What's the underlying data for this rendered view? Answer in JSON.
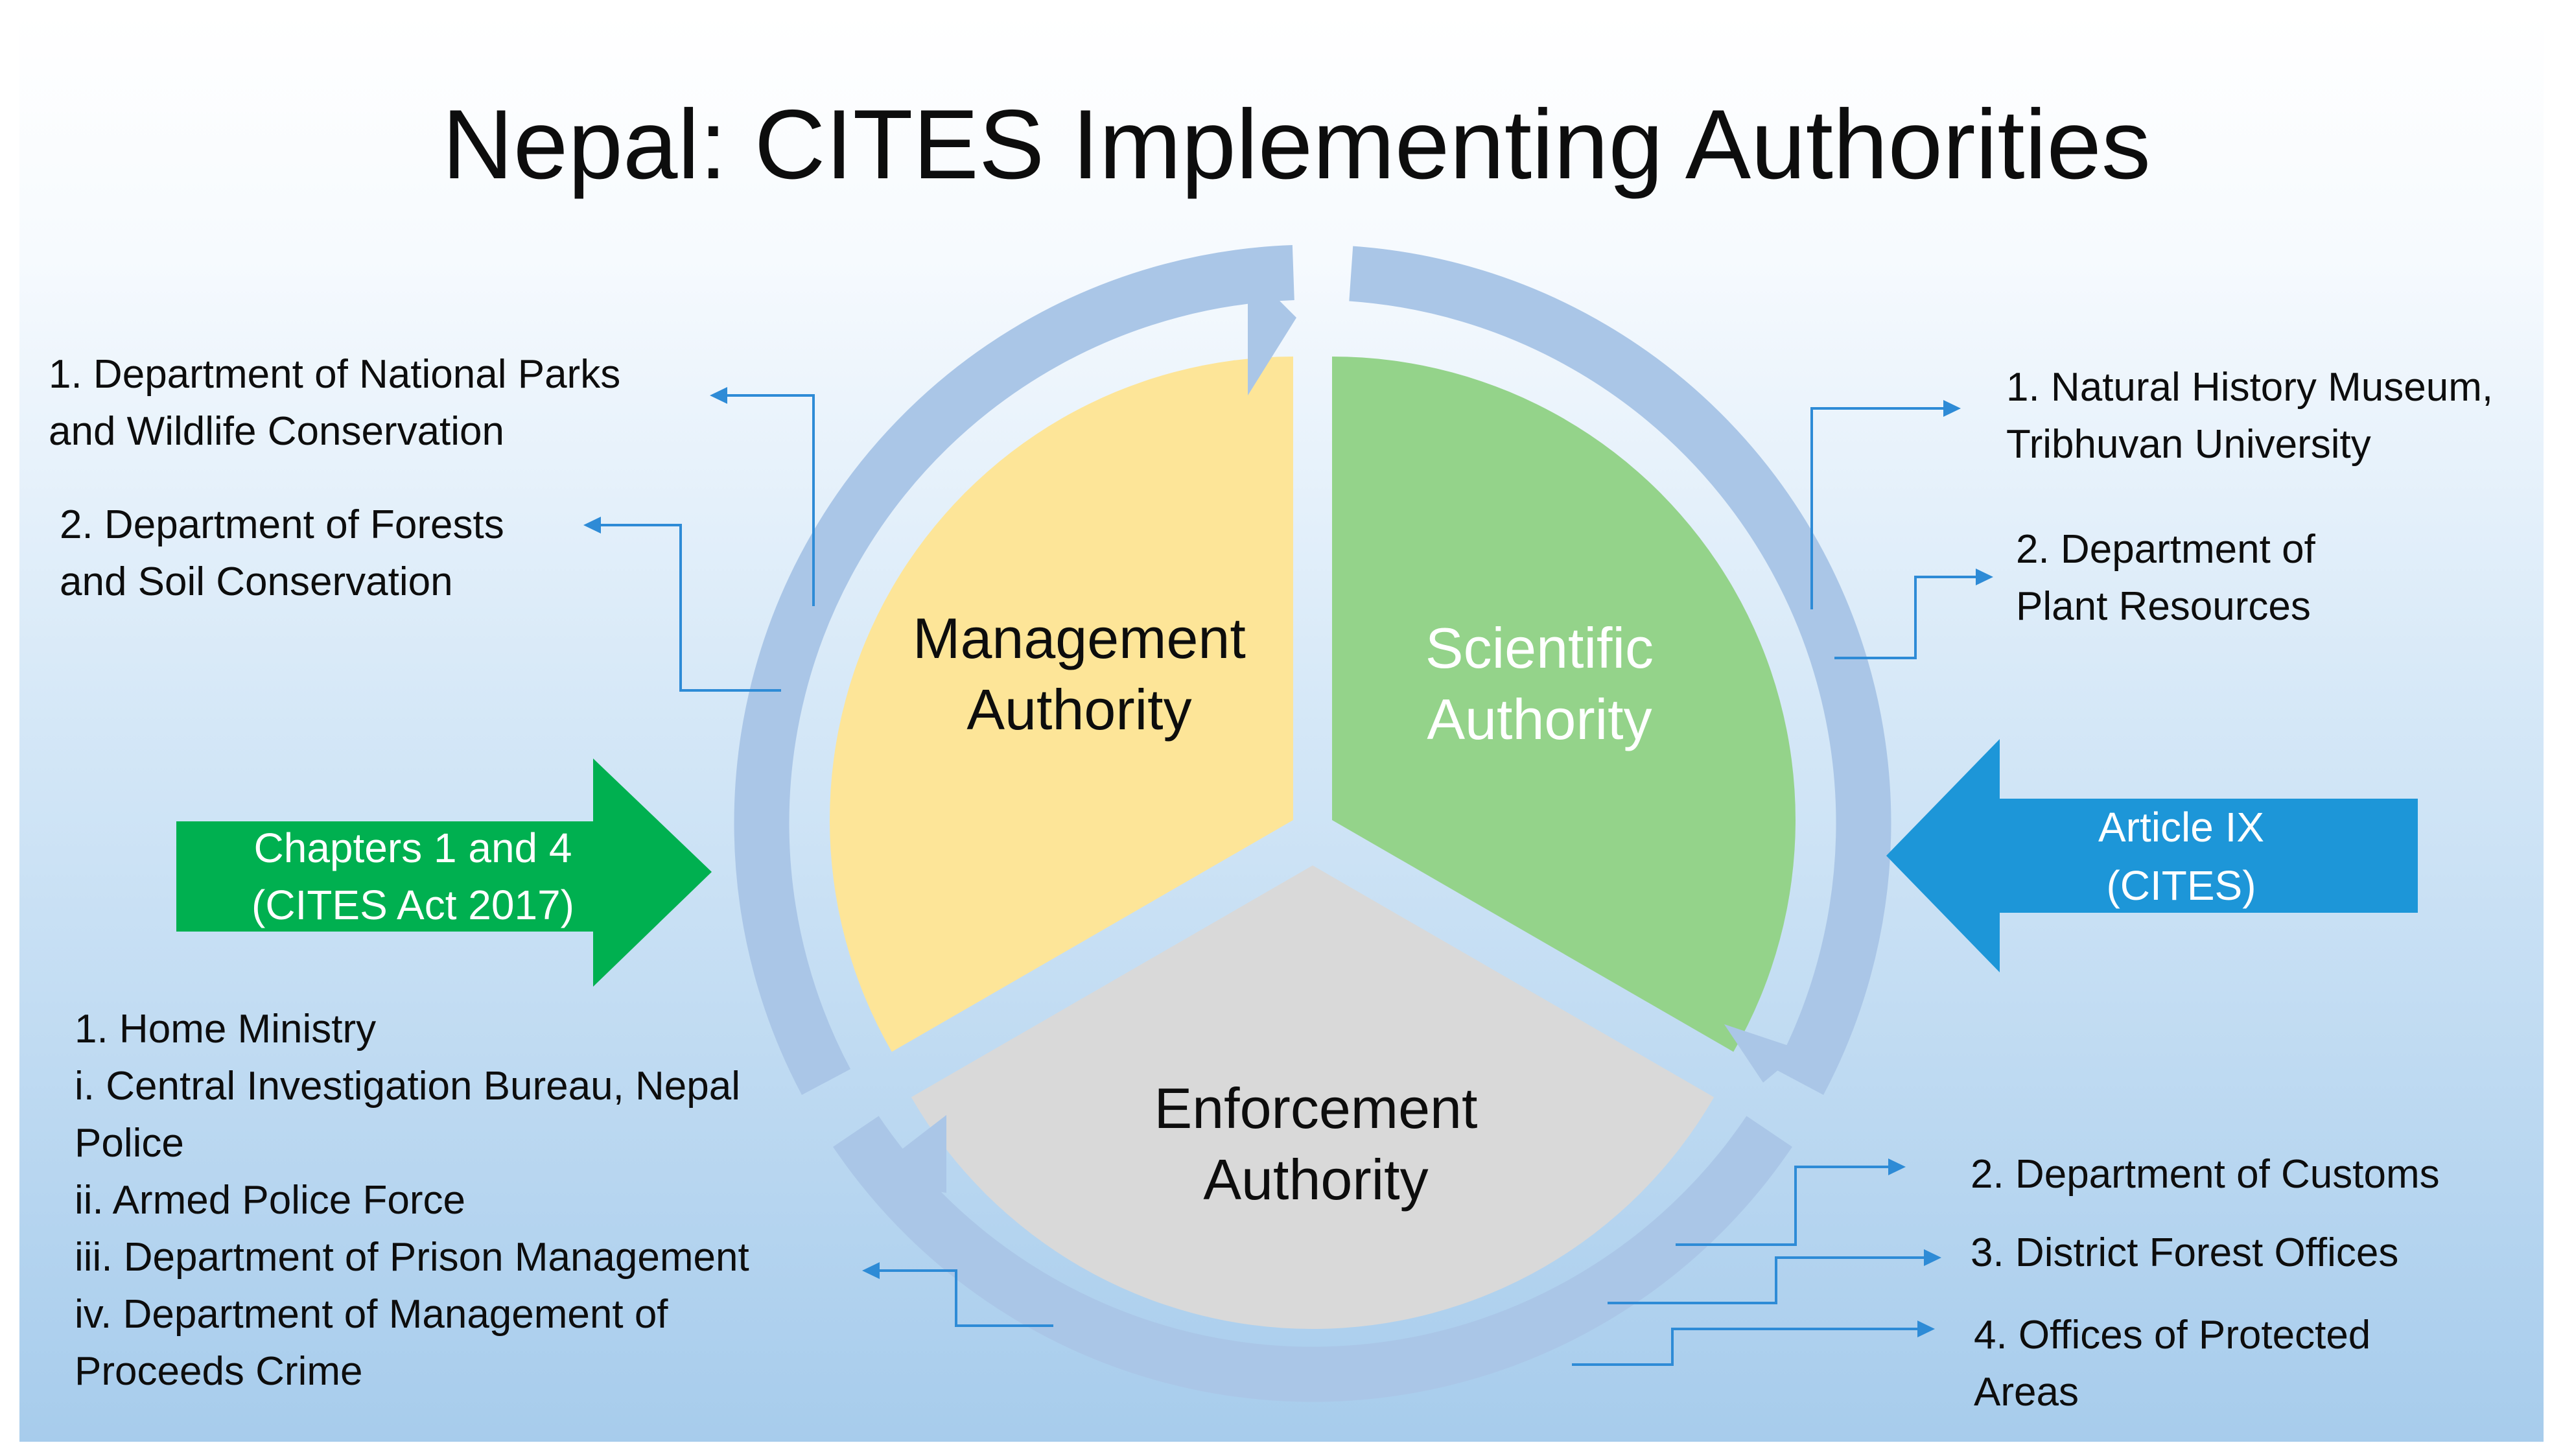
{
  "title": "Nepal: CITES Implementing Authorities",
  "colors": {
    "management": "#fde598",
    "scientific": "#94d38a",
    "enforcement": "#d9d9d9",
    "ring": "#aac6e7",
    "connector": "#2e8bd6",
    "green_arrow": "#00b050",
    "blue_arrow": "#1d96d8"
  },
  "segments": {
    "management": {
      "line1": "Management",
      "line2": "Authority"
    },
    "scientific": {
      "line1": "Scientific",
      "line2": "Authority"
    },
    "enforcement": {
      "line1": "Enforcement",
      "line2": "Authority"
    }
  },
  "management_items": [
    {
      "line1": "1. Department of National Parks",
      "line2": "and Wildlife Conservation"
    },
    {
      "line1": "2. Department of Forests",
      "line2": "and Soil Conservation"
    }
  ],
  "scientific_items": [
    {
      "line1": "1. Natural History Museum,",
      "line2": "Tribhuvan University"
    },
    {
      "line1": "2. Department of",
      "line2": "Plant Resources"
    }
  ],
  "enforcement_left": [
    "1.    Home Ministry",
    "i. Central Investigation Bureau, Nepal",
    "Police",
    "ii. Armed Police Force",
    "iii. Department of Prison Management",
    "iv. Department of Management of",
    "Proceeds Crime"
  ],
  "enforcement_right": [
    {
      "line1": "2. Department of Customs",
      "line2": ""
    },
    {
      "line1": "3. District Forest Offices",
      "line2": ""
    },
    {
      "line1": "4. Offices of  Protected",
      "line2": "Areas"
    }
  ],
  "left_arrow": {
    "line1": "Chapters 1 and 4",
    "line2": "(CITES Act 2017)"
  },
  "right_arrow": {
    "line1": "Article IX",
    "line2": "(CITES)"
  }
}
